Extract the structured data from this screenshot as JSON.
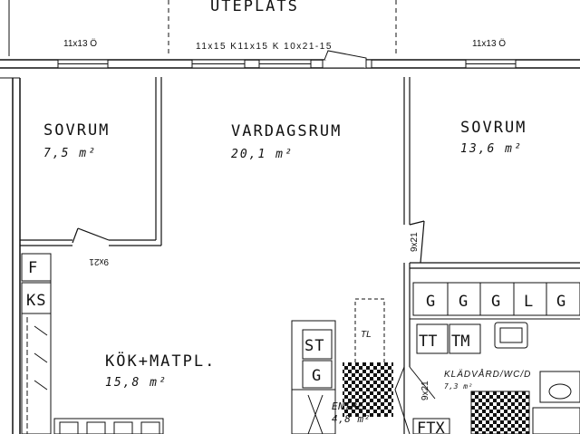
{
  "header": {
    "outdoor": "UTEPLATS"
  },
  "windows": {
    "w_left": "11x13 Ö",
    "w_center": "11x15  K11x15  K 10x21-15",
    "w_right": "11x13 Ö"
  },
  "rooms": {
    "bedroom_left": {
      "name": "SOVRUM",
      "area": "7,5 m²"
    },
    "living": {
      "name": "VARDAGSRUM",
      "area": "20,1 m²"
    },
    "bedroom_right": {
      "name": "SOVRUM",
      "area": "13,6 m²"
    },
    "kitchen": {
      "name": "KÖK+MATPL.",
      "area": "15,8 m²"
    },
    "entry": {
      "name": "ENTRE",
      "area": "4,8 m²"
    },
    "bath": {
      "name": "KLÄDVÅRD/WC/D",
      "area": "7,3 m²"
    }
  },
  "doors": {
    "d_bedroom_left": "9x21",
    "d_bedroom_right": "9x21",
    "d_bath": "9x21"
  },
  "fixtures": {
    "freezer": "F",
    "fridge": "KS",
    "storage_st": "ST",
    "storage_g": "G",
    "tl": "TL",
    "wardrobes": [
      "G",
      "G",
      "G",
      "L",
      "G"
    ],
    "tt": "TT",
    "tm": "TM",
    "ftx": "FTX"
  },
  "colors": {
    "line": "#111111",
    "background": "#ffffff"
  }
}
